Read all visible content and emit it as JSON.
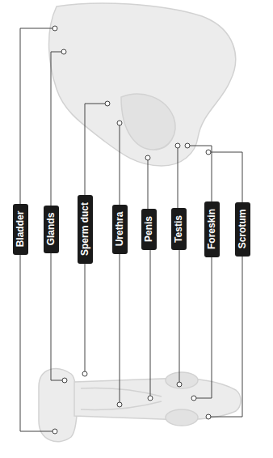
{
  "diagram": {
    "nodes": [
      {
        "text": [
          "Bladder"
        ]
      },
      {
        "text": [
          "Glands"
        ]
      },
      {
        "text": [
          "Sperm duct"
        ]
      },
      {
        "text": [
          "Urethra"
        ]
      },
      {
        "text": [
          "Penis"
        ]
      },
      {
        "text": [
          "Testis"
        ]
      },
      {
        "text": [
          "Foreskin"
        ]
      },
      {
        "text": [
          "Scrotum"
        ]
      }
    ]
  }
}
